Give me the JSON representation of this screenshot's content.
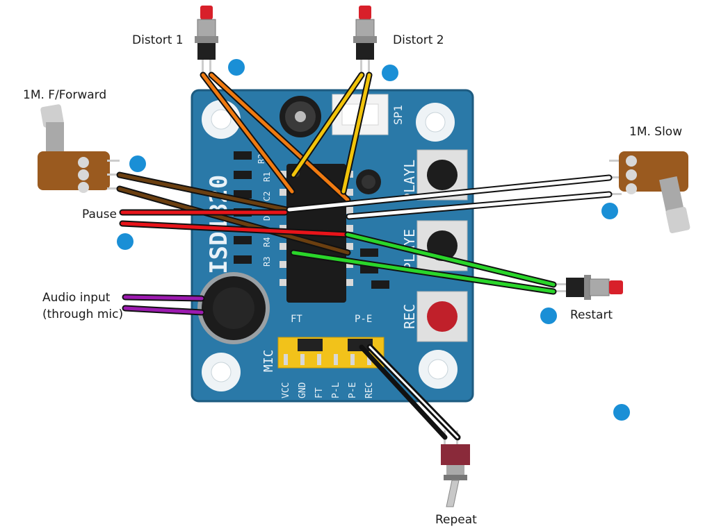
{
  "labels": {
    "distort1": "Distort 1",
    "distort2": "Distort 2",
    "fforward": "1M. F/Forward",
    "slow": "1M. Slow",
    "pause": "Pause",
    "audio_line1": "Audio input",
    "audio_line2": "(through mic)",
    "restart": "Restart",
    "repeat": "Repeat"
  },
  "board": {
    "title": "ISD1820",
    "section_play_l": "PLAYL",
    "section_play_e": "PLAYE",
    "section_rec": "REC",
    "speaker": "SP1",
    "mic": "MIC",
    "jumper_ft": "FT",
    "jumper_pe": "P-E",
    "pins": [
      "VCC",
      "GND",
      "FT",
      "P-L",
      "P-E",
      "REC"
    ],
    "refs": [
      "R2",
      "R1",
      "C2",
      "D1",
      "R4",
      "R3"
    ]
  },
  "colors": {
    "pcb": "#2a79a8",
    "marker": "#1a8fd6",
    "wire_orange": "#f07a10",
    "wire_yellow": "#f2c40a",
    "wire_brown": "#6b3f10",
    "wire_red": "#e8141a",
    "wire_green": "#2ad62a",
    "wire_white": "#ffffff",
    "wire_purple": "#9c1ab0",
    "wire_black": "#111111"
  }
}
